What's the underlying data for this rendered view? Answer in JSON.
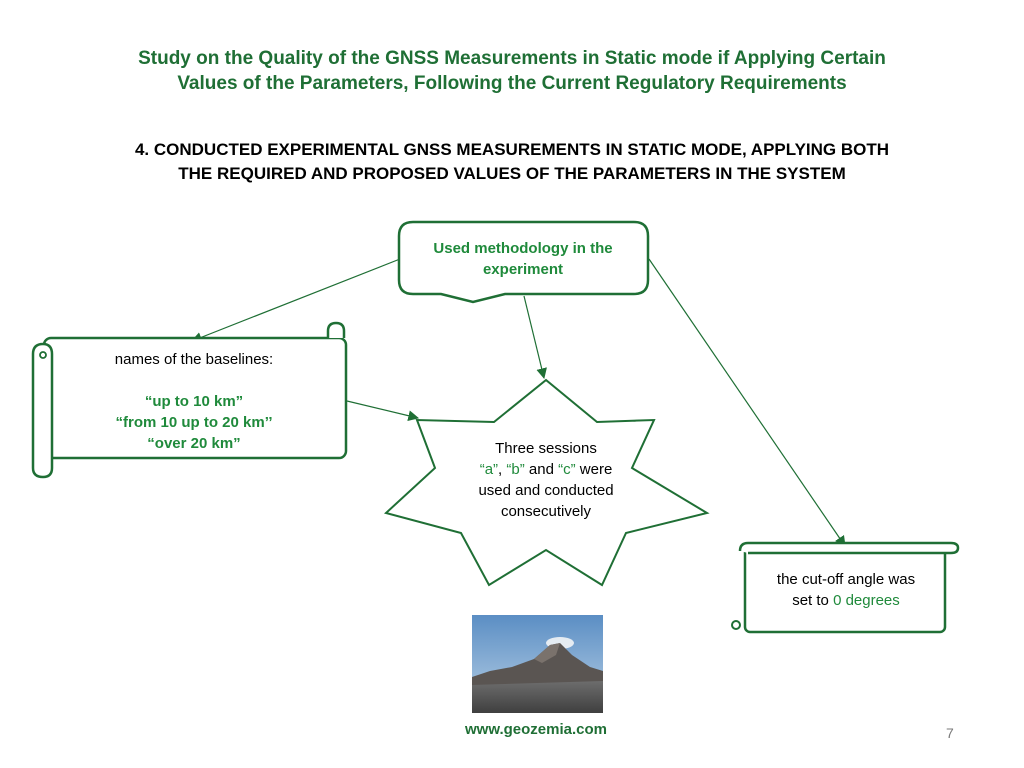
{
  "slide": {
    "title_line1": "Study on the Quality of the GNSS Measurements in Static mode if Applying Certain",
    "title_line2": "Values of the Parameters, Following the Current Regulatory Requirements",
    "section_line1": "4. CONDUCTED EXPERIMENTAL GNSS MEASUREMENTS IN STATIC MODE, APPLYING BOTH",
    "section_line2": "THE REQUIRED AND PROPOSED VALUES OF THE PARAMETERS IN THE SYSTEM",
    "website": "www.geozemia.com",
    "page_number": "7"
  },
  "callout": {
    "line1": "Used methodology in the",
    "line2": "experiment"
  },
  "baselines": {
    "heading": "names of the baselines:",
    "items": [
      "“up to 10 km”",
      "“from 10 up to 20 km’’",
      "“over 20 km”"
    ]
  },
  "sessions": {
    "line1": "Three sessions",
    "a": "“a”",
    "sep": ", ",
    "b": "“b”",
    "and": " and ",
    "c": "“c”",
    "were": " were",
    "line3": "used and conducted",
    "line4": "consecutively"
  },
  "cutoff": {
    "line1": "the cut-off angle was",
    "set_to": "set to ",
    "value": "0 degrees"
  },
  "colors": {
    "primary_green": "#1f6f35",
    "accent_green": "#1f8a3b"
  }
}
